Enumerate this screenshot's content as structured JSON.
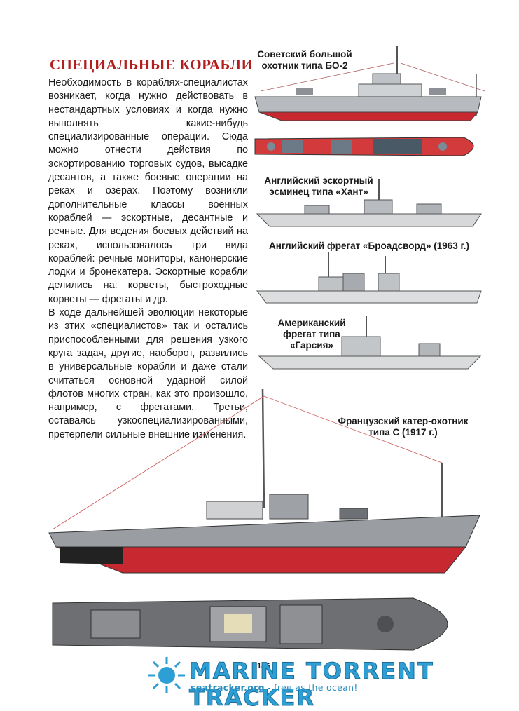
{
  "page": {
    "title": "СПЕЦИАЛЬНЫЕ КОРАБЛИ",
    "paragraphs": [
      "Необходимость в кораблях-специалистах возникает, когда нужно действовать в нестандартных условиях и когда нужно выполнять какие-нибудь специализированные операции. Сюда можно отнести действия по эскортированию торговых судов, высадке десантов, а также боевые операции на реках и озерах. Поэтому возникли дополнительные классы военных кораблей — эскортные, десантные и речные. Для ведения боевых действий на реках, использовалось три вида кораблей: речные мониторы, канонерские лодки и бронекатера. Эскортные корабли делились на: корветы, быстроходные корветы — фрегаты и др.",
      "В ходе дальнейшей эволюции некоторые из этих «специалистов» так и остались приспособленными для решения узкого круга задач, другие, наоборот, развились в универсальные корабли и даже стали считаться основной ударной силой флотов многих стран, как это произошло, например, с фрегатами. Третьи, оставаясь узкоспециализированными, претерпели сильные внешние изменения."
    ],
    "captions": {
      "bo2": "Советский большой охотник типа БО-2",
      "hunt": "Английский эскортный эсминец типа «Хант»",
      "broadsword": "Английский фрегат «Броадсворд» (1963 г.)",
      "garcia": "Американский фрегат типа «Гарсия»",
      "type_c": "Французский катер-охотник типа С (1917 г.)"
    },
    "page_number": "146"
  },
  "watermark": {
    "title": "MARINE TORRENT TRACKER",
    "subtitle_site": "seatracker.org",
    "subtitle_rest": " - free as the ocean!"
  },
  "colors": {
    "title": "#b31f1f",
    "hull_red": "#c8282f",
    "hull_grey": "#9a9ea3",
    "deck_grey": "#6e6f72",
    "watermark": "#2e9fd4"
  }
}
